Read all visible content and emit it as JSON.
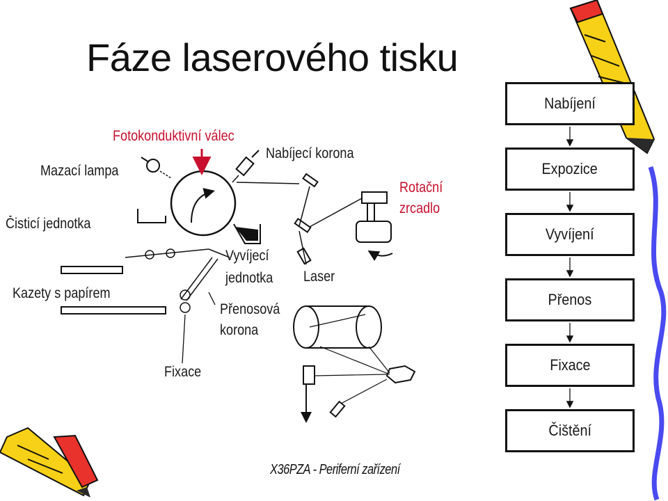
{
  "title": "Fáze laserového tisku",
  "labels": {
    "fotokonduktivni_valec": "Fotokonduktivní válec",
    "mazaci_lampa": "Mazací lampa",
    "cistici_jednotka": "Čisticí jednotka",
    "kazety": "Kazety s papírem",
    "nabijeci_korona": "Nabíjecí korona",
    "rotacni_zrcadlo_1": "Rotační",
    "rotacni_zrcadlo_2": "zrcadlo",
    "vyvijeci_1": "Vyvíjecí",
    "vyvijeci_2": "jednotka",
    "laser": "Laser",
    "prenosova_1": "Přenosová",
    "prenosova_2": "korona",
    "fixace": "Fixace"
  },
  "steps": [
    "Nabíjení",
    "Expozice",
    "Vyvíjení",
    "Přenos",
    "Fixace",
    "Čištění"
  ],
  "footer": "X36PZA - Periferní zařízení",
  "colors": {
    "accent_red": "#c8102e",
    "pencil_yellow": "#f7d117",
    "pencil_red": "#e8322b",
    "swirl_blue": "#4a4af0"
  }
}
